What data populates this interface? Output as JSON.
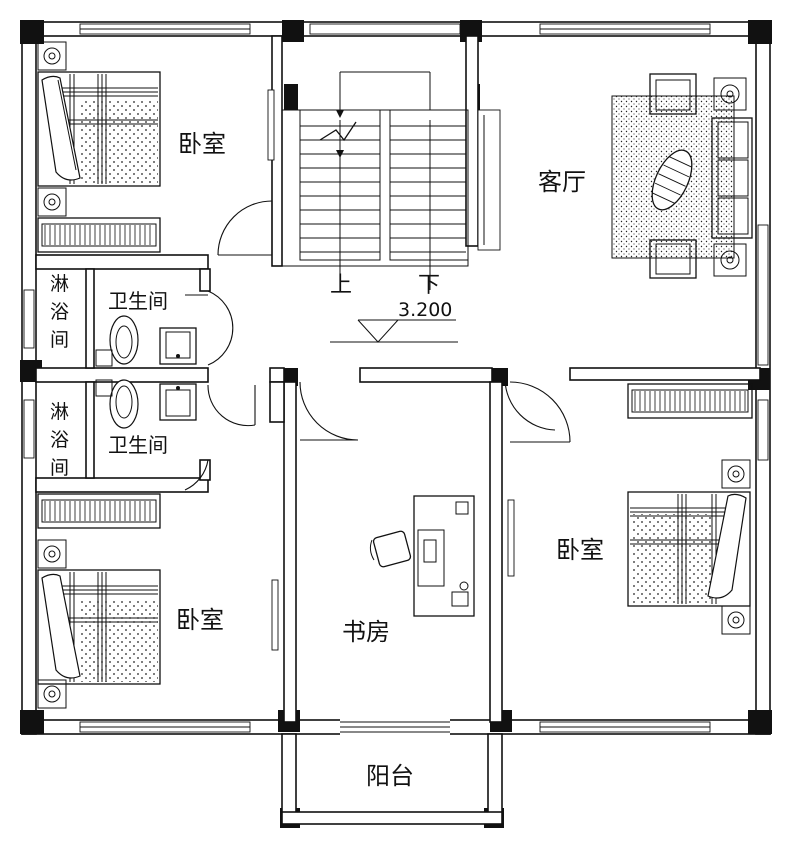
{
  "plan": {
    "rooms": {
      "bedroom_nw": "卧室",
      "living_room": "客厅",
      "bathroom_upper": "卫生间",
      "shower_upper": [
        "淋",
        "浴",
        "间"
      ],
      "shower_lower": [
        "淋",
        "浴",
        "间"
      ],
      "bathroom_lower": "卫生间",
      "bedroom_sw": "卧室",
      "bedroom_e": "卧室",
      "study": "书房",
      "balcony": "阳台"
    },
    "stairs": {
      "up_label": "上",
      "down_label": "下"
    },
    "elevation_mark": "3.200"
  }
}
